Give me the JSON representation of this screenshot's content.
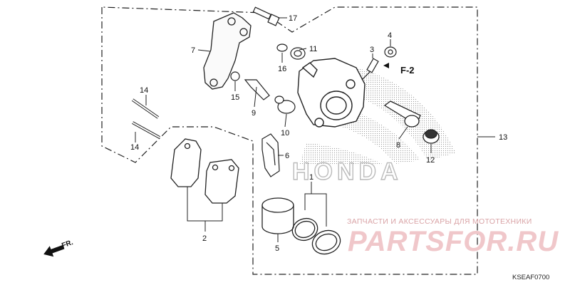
{
  "watermark": {
    "subtitle": "ЗАПЧАСТИ И АКСЕССУАРЫ ДЛЯ МОТОТЕХНИКИ",
    "brand": "PARTSFOR.RU"
  },
  "diagram_code": "KSEAF0700",
  "direction_label": "FR.",
  "reference_label": "F-2",
  "brand_mark": "HONDA",
  "callouts": {
    "c1": "1",
    "c2": "2",
    "c3": "3",
    "c4": "4",
    "c5": "5",
    "c6": "6",
    "c7": "7",
    "c8": "8",
    "c9": "9",
    "c10": "10",
    "c11": "11",
    "c12": "12",
    "c13": "13",
    "c14a": "14",
    "c14b": "14",
    "c15": "15",
    "c16": "16",
    "c17": "17"
  }
}
